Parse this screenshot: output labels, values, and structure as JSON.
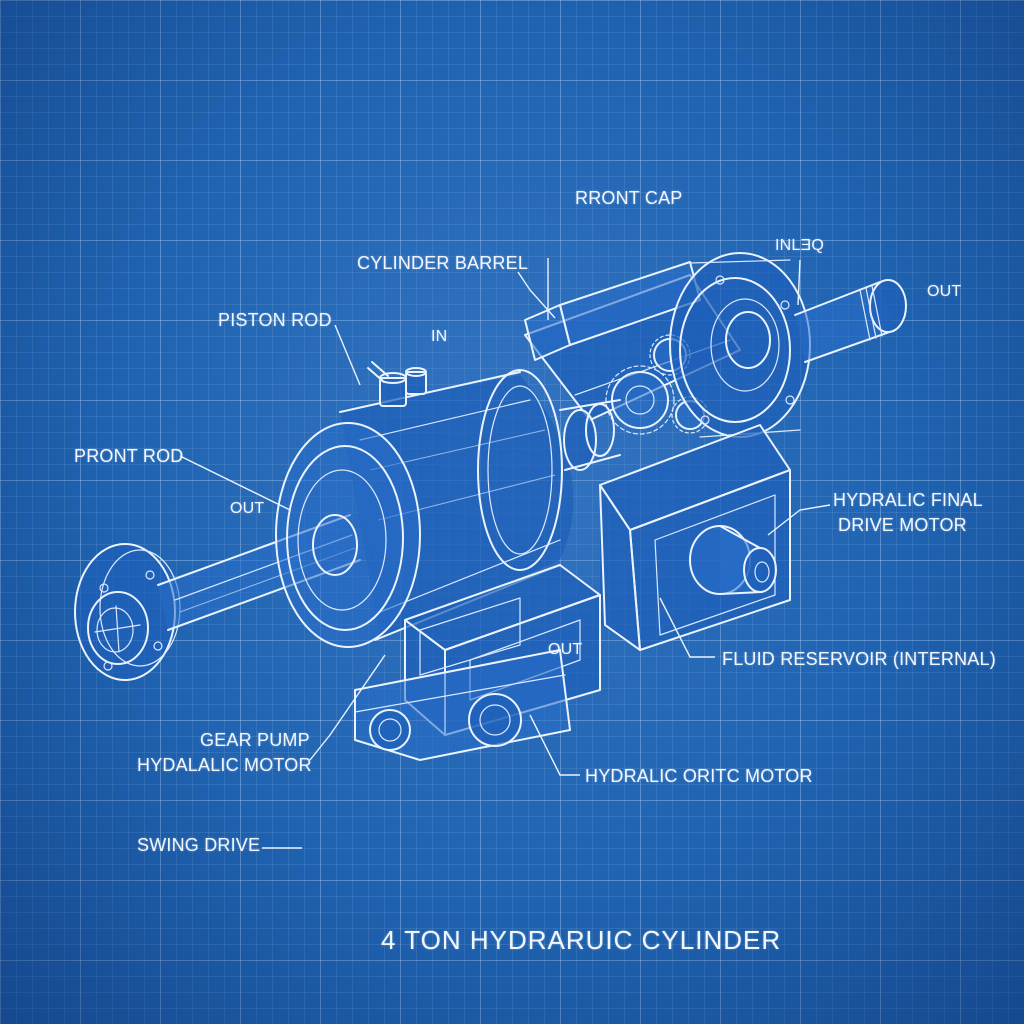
{
  "title": "4 TON HYDRARUIC CYLINDER",
  "labels": {
    "front_cap": "RRONT CAP",
    "cylinder_barrel": "CYLINDER BARREL",
    "inlet": "INLƎQ",
    "out_top_right": "OUT",
    "piston_rod": "PISTON ROD",
    "in_center": "IN",
    "front_rod": "PRONT ROD",
    "out_left": "OUT",
    "final_drive_line1": "HYDRALIC FINAL",
    "final_drive_line2": "DRIVE MOTOR",
    "out_bottom": "OUT",
    "fluid_reservoir": "FLUID RESERVOIR (INTERNAL)",
    "gear_pump_line1": "GEAR PUMP",
    "gear_pump_line2": "HYDALALIC MOTOR",
    "orbit_motor": "HYDRALIC ORITC MOTOR",
    "swing_drive": "SWING DRIVE"
  },
  "colors": {
    "background": "#1f63b1",
    "ink": "#eaf3ff"
  }
}
